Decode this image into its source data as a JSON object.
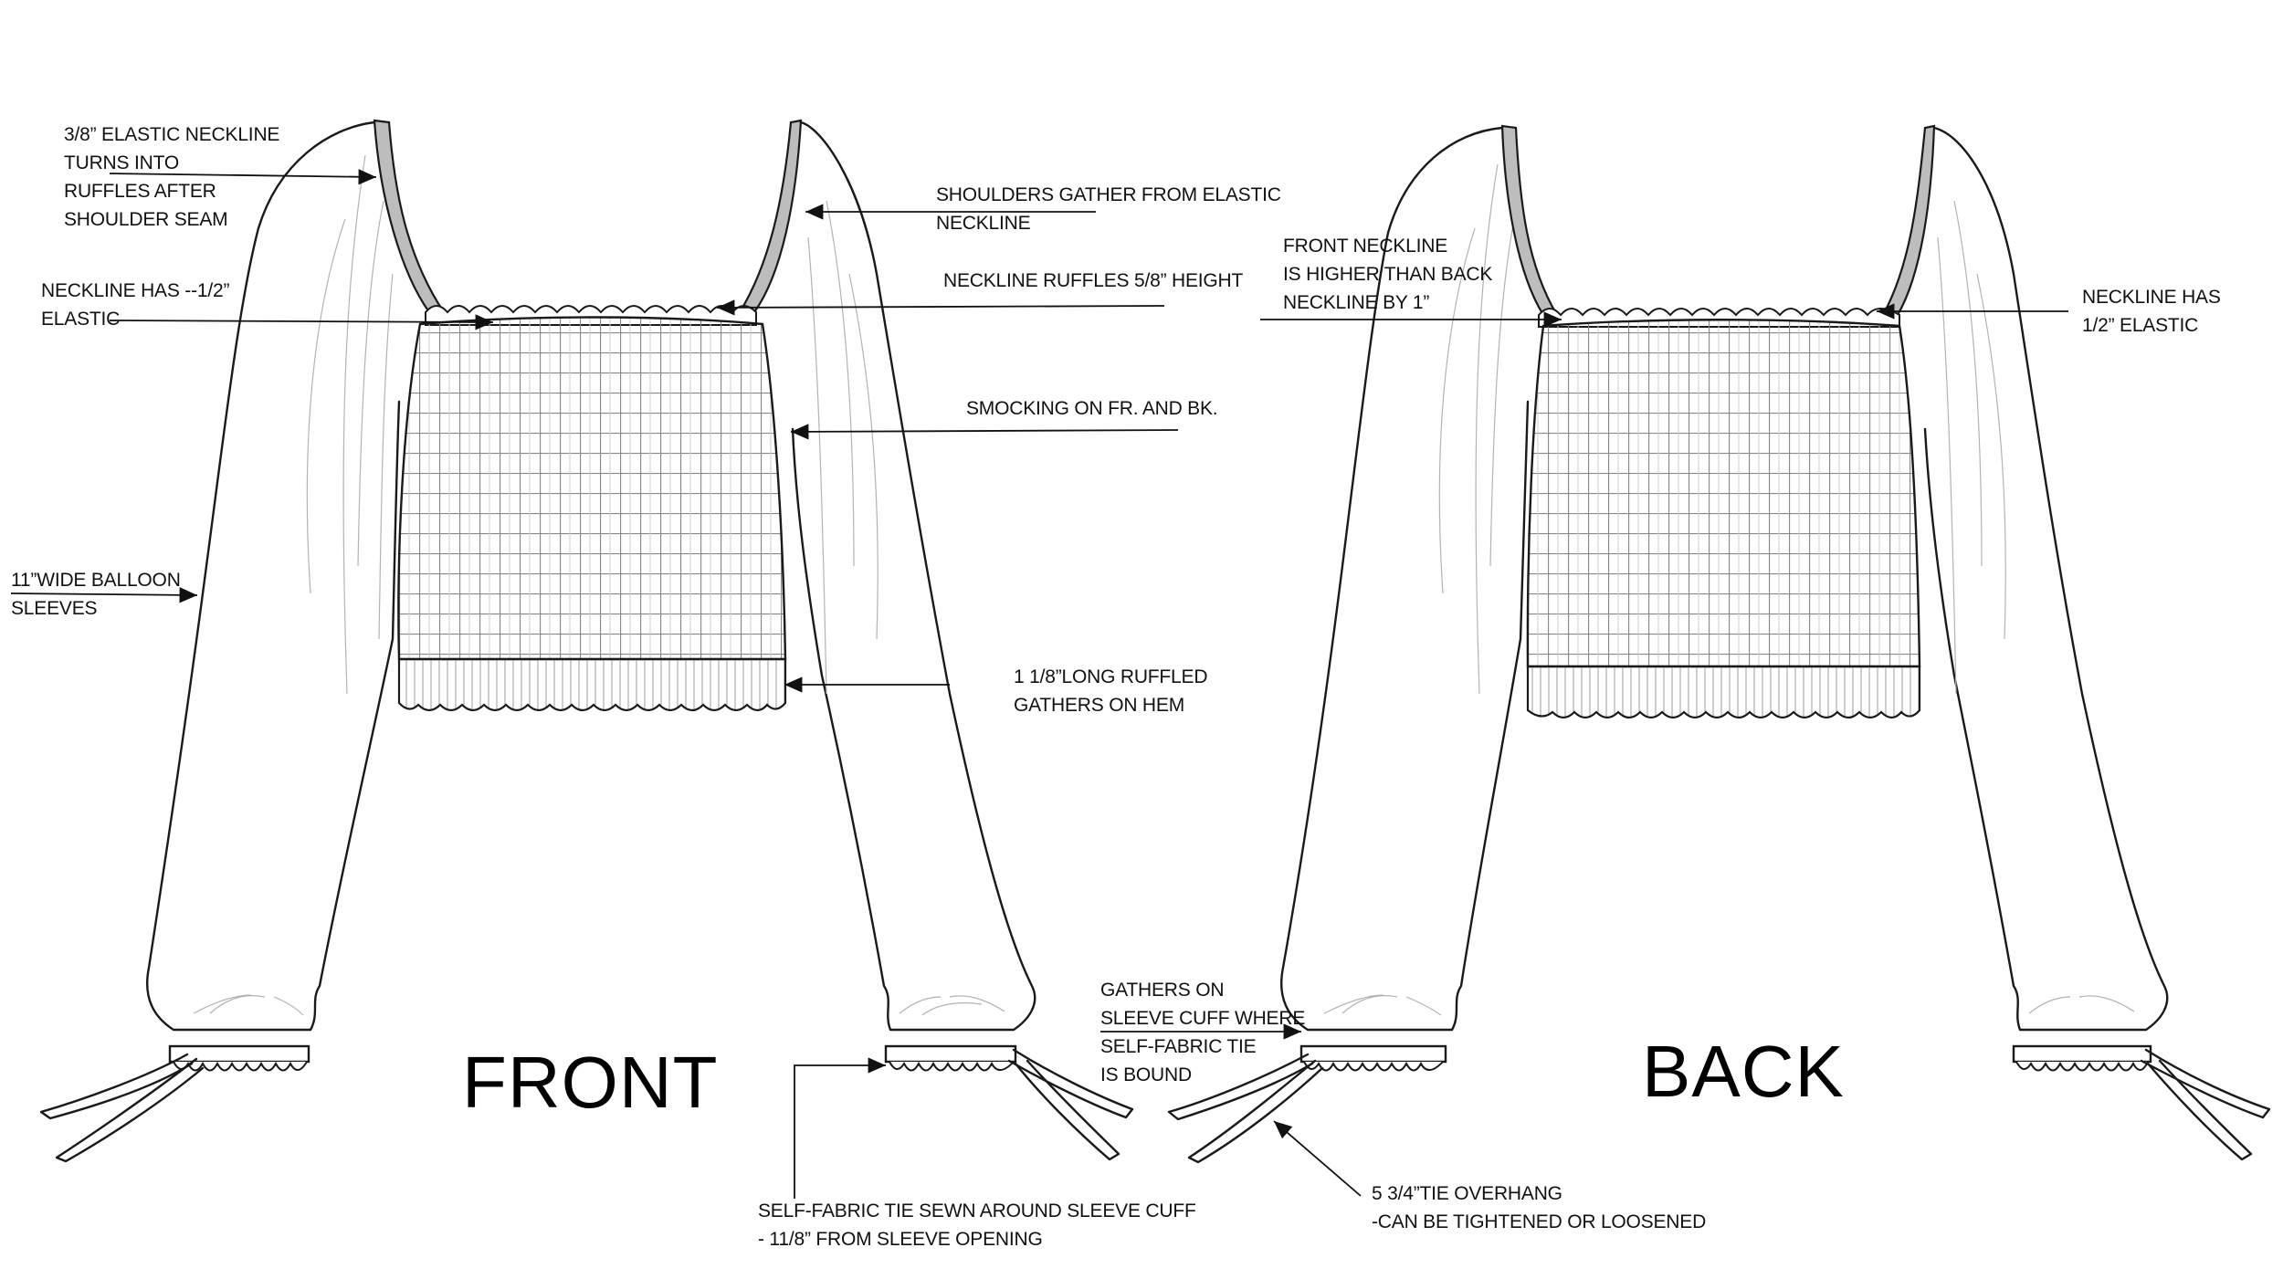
{
  "views": {
    "front_label": "FRONT",
    "back_label": "BACK"
  },
  "callouts": {
    "elastic_neckline": [
      "3/8” ELASTIC NECKLINE",
      "TURNS INTO",
      "RUFFLES AFTER",
      "SHOULDER SEAM"
    ],
    "neckline_half": [
      "NECKLINE HAS --1/2”",
      "ELASTIC"
    ],
    "balloon_sleeves": [
      "11”WIDE BALLOON",
      "SLEEVES"
    ],
    "shoulders_gather": [
      "SHOULDERS GATHER FROM ELASTIC",
      "NECKLINE"
    ],
    "neckline_ruffles": [
      "NECKLINE RUFFLES 5/8” HEIGHT"
    ],
    "smocking": [
      "SMOCKING ON FR. AND BK."
    ],
    "hem_ruffle": [
      "1 1/8”LONG RUFFLED",
      "GATHERS ON HEM"
    ],
    "front_neckline_higher": [
      "FRONT NECKLINE",
      "IS HIGHER THAN BACK",
      "NECKLINE BY 1”"
    ],
    "back_neckline_elastic": [
      "NECKLINE HAS",
      "1/2” ELASTIC"
    ],
    "cuff_gathers": [
      "GATHERS ON",
      "SLEEVE CUFF WHERE",
      "SELF-FABRIC TIE",
      "IS BOUND"
    ],
    "cuff_tie": [
      "SELF-FABRIC TIE SEWN AROUND SLEEVE CUFF",
      "- 11/8” FROM SLEEVE OPENING"
    ],
    "tie_overhang": [
      "5 3/4”TIE OVERHANG",
      "-CAN BE TIGHTENED OR LOOSENED"
    ]
  },
  "style": {
    "line_color": "#1a1a1a",
    "shade_color": "#bdbdbd"
  }
}
